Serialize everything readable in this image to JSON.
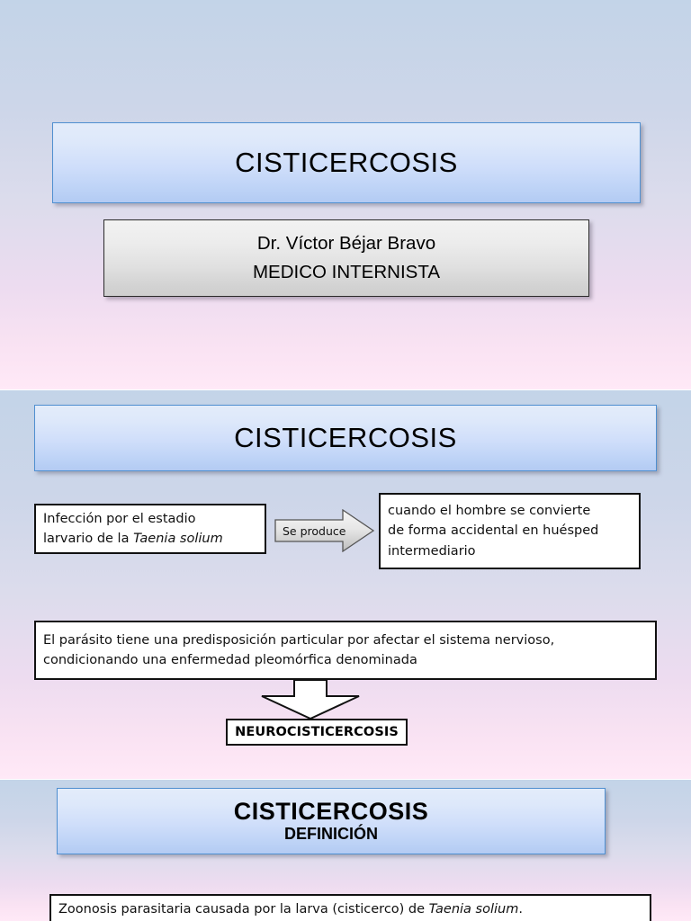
{
  "document": {
    "type": "presentation-scroll",
    "slide_count_visible": 3
  },
  "theme": {
    "background_top": "#c3d4e8",
    "background_bottom": "#ffe9f7",
    "banner_border": "#4f8fd0",
    "banner_fill_top": "#e3ecfa",
    "banner_fill_bottom": "#b3cbf3",
    "box_border": "#111111",
    "box_fill": "#ffffff",
    "grey_fill_top": "#f2f2f2",
    "grey_fill_bottom": "#cfcfcf"
  },
  "slide1": {
    "title": "CISTICERCOSIS",
    "author_line1": "Dr. Víctor Béjar Bravo",
    "author_line2": "MEDICO INTERNISTA"
  },
  "slide2": {
    "title": "CISTICERCOSIS",
    "box_left": {
      "line1": "Infección por el estadio",
      "line2_prefix": "larvario de la ",
      "line2_italic": "Taenia solium"
    },
    "arrow_label": "Se produce",
    "box_right": {
      "line1": "cuando el hombre se convierte",
      "line2": "de forma accidental en huésped",
      "line3": "intermediario"
    },
    "box_wide": {
      "line1": "El parásito tiene una predisposición particular por afectar el sistema nervioso,",
      "line2": "condicionando una enfermedad pleomórfica denominada"
    },
    "result_label": "NEUROCISTICERCOSIS"
  },
  "slide3": {
    "title": "CISTICERCOSIS",
    "subtitle": "DEFINICIÓN",
    "body": {
      "prefix": "Zoonosis parasitaria causada por la larva (cisticerco) de ",
      "italic": "Taenia solium",
      "suffix": "."
    }
  }
}
